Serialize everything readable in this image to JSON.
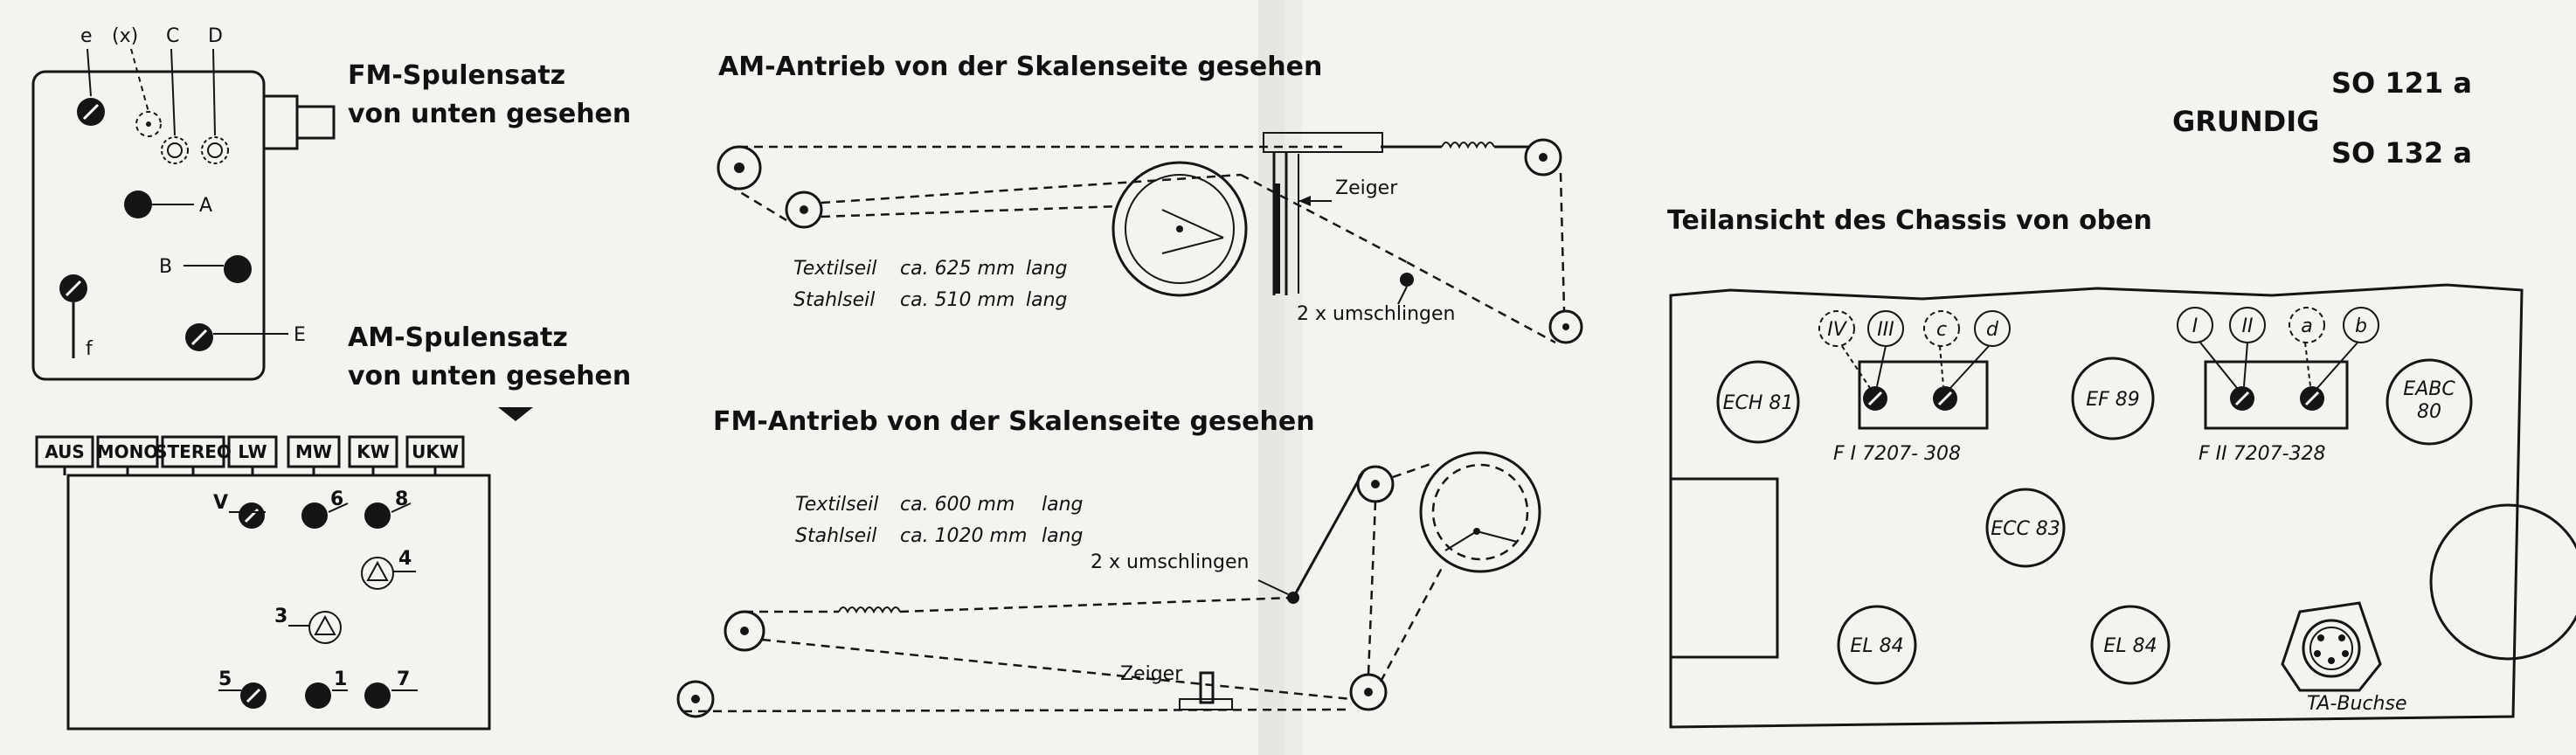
{
  "fm_coil": {
    "title_line1": "FM-Spulensatz",
    "title_line2": "von unten gesehen",
    "labels": [
      "e",
      "(x)",
      "C",
      "D",
      "A",
      "B",
      "E",
      "f"
    ]
  },
  "am_coil": {
    "title_line1": "AM-Spulensatz",
    "title_line2": "von unten gesehen",
    "buttons": [
      "AUS",
      "MONO",
      "STEREO",
      "LW",
      "MW",
      "KW",
      "UKW"
    ],
    "points": [
      "V",
      "6",
      "8",
      "4",
      "3",
      "5",
      "1",
      "7"
    ]
  },
  "am_drive": {
    "title": "AM-Antrieb von der Skalenseite gesehen",
    "rope1_name": "Textilseil",
    "rope1_len": "ca. 625 mm",
    "rope1_unit": "lang",
    "rope2_name": "Stahlseil",
    "rope2_len": "ca. 510 mm",
    "rope2_unit": "lang",
    "pointer": "Zeiger",
    "wraps": "2 x umschlingen"
  },
  "fm_drive": {
    "title": "FM-Antrieb von der Skalenseite gesehen",
    "rope1_name": "Textilseil",
    "rope1_len": "ca. 600 mm",
    "rope1_unit": "lang",
    "rope2_name": "Stahlseil",
    "rope2_len": "ca. 1020 mm",
    "rope2_unit": "lang",
    "wraps": "2 x umschlingen",
    "pointer": "Zeiger"
  },
  "header": {
    "brand": "GRUNDIG",
    "model1": "SO 121 a",
    "model2": "SO 132 a"
  },
  "chassis": {
    "title": "Teilansicht des Chassis von oben",
    "tubes": [
      "ECH 81",
      "EF 89",
      "EABC",
      "80",
      "ECC 83",
      "EL 84",
      "EL 84"
    ],
    "fi_label": "F I  7207- 308",
    "fii_label": "F II  7207-328",
    "fi_marks": [
      "IV",
      "III",
      "c",
      "d"
    ],
    "fii_marks": [
      "I",
      "II",
      "a",
      "b"
    ],
    "socket": "TA-Buchse"
  }
}
